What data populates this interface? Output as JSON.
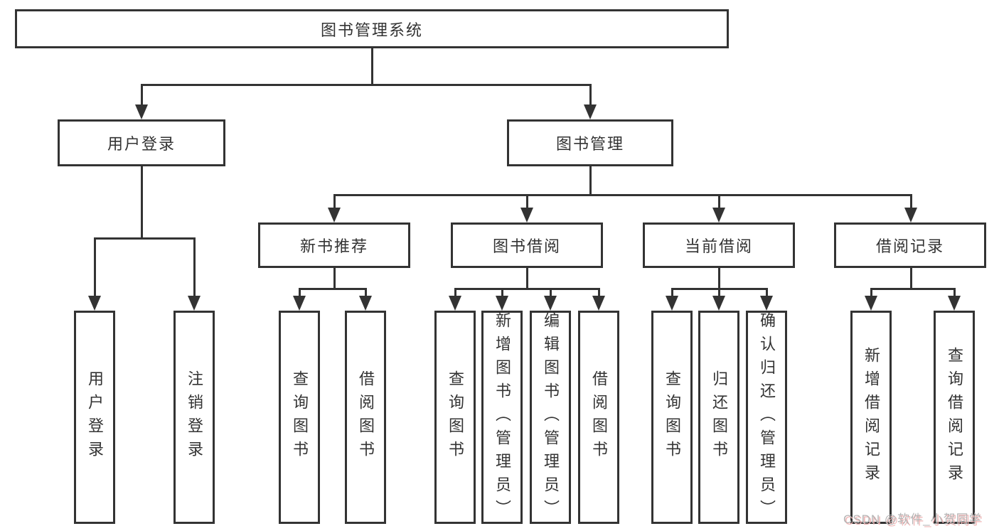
{
  "tree": {
    "label": "图书管理系统",
    "children": [
      {
        "label": "用户登录",
        "children": [
          {
            "label": "用户登录"
          },
          {
            "label": "注销登录"
          }
        ]
      },
      {
        "label": "图书管理",
        "children": [
          {
            "label": "新书推荐",
            "children": [
              {
                "label": "查询图书"
              },
              {
                "label": "借阅图书"
              }
            ]
          },
          {
            "label": "图书借阅",
            "children": [
              {
                "label": "查询图书"
              },
              {
                "label": "新增图书（管理员）"
              },
              {
                "label": "编辑图书（管理员）"
              },
              {
                "label": "借阅图书"
              }
            ]
          },
          {
            "label": "当前借阅",
            "children": [
              {
                "label": "查询图书"
              },
              {
                "label": "归还图书"
              },
              {
                "label": "确认归还（管理员）"
              }
            ]
          },
          {
            "label": "借阅记录",
            "children": [
              {
                "label": "新增借阅记录"
              },
              {
                "label": "查询借阅记录"
              }
            ]
          }
        ]
      }
    ]
  },
  "watermark": {
    "text": "CSDN @软件_小贺同学"
  },
  "colors": {
    "line": "#333333",
    "text": "#333333",
    "background": "#ffffff",
    "watermark_gray": "#b5b5b5",
    "watermark_pink": "#f0b6b6"
  }
}
